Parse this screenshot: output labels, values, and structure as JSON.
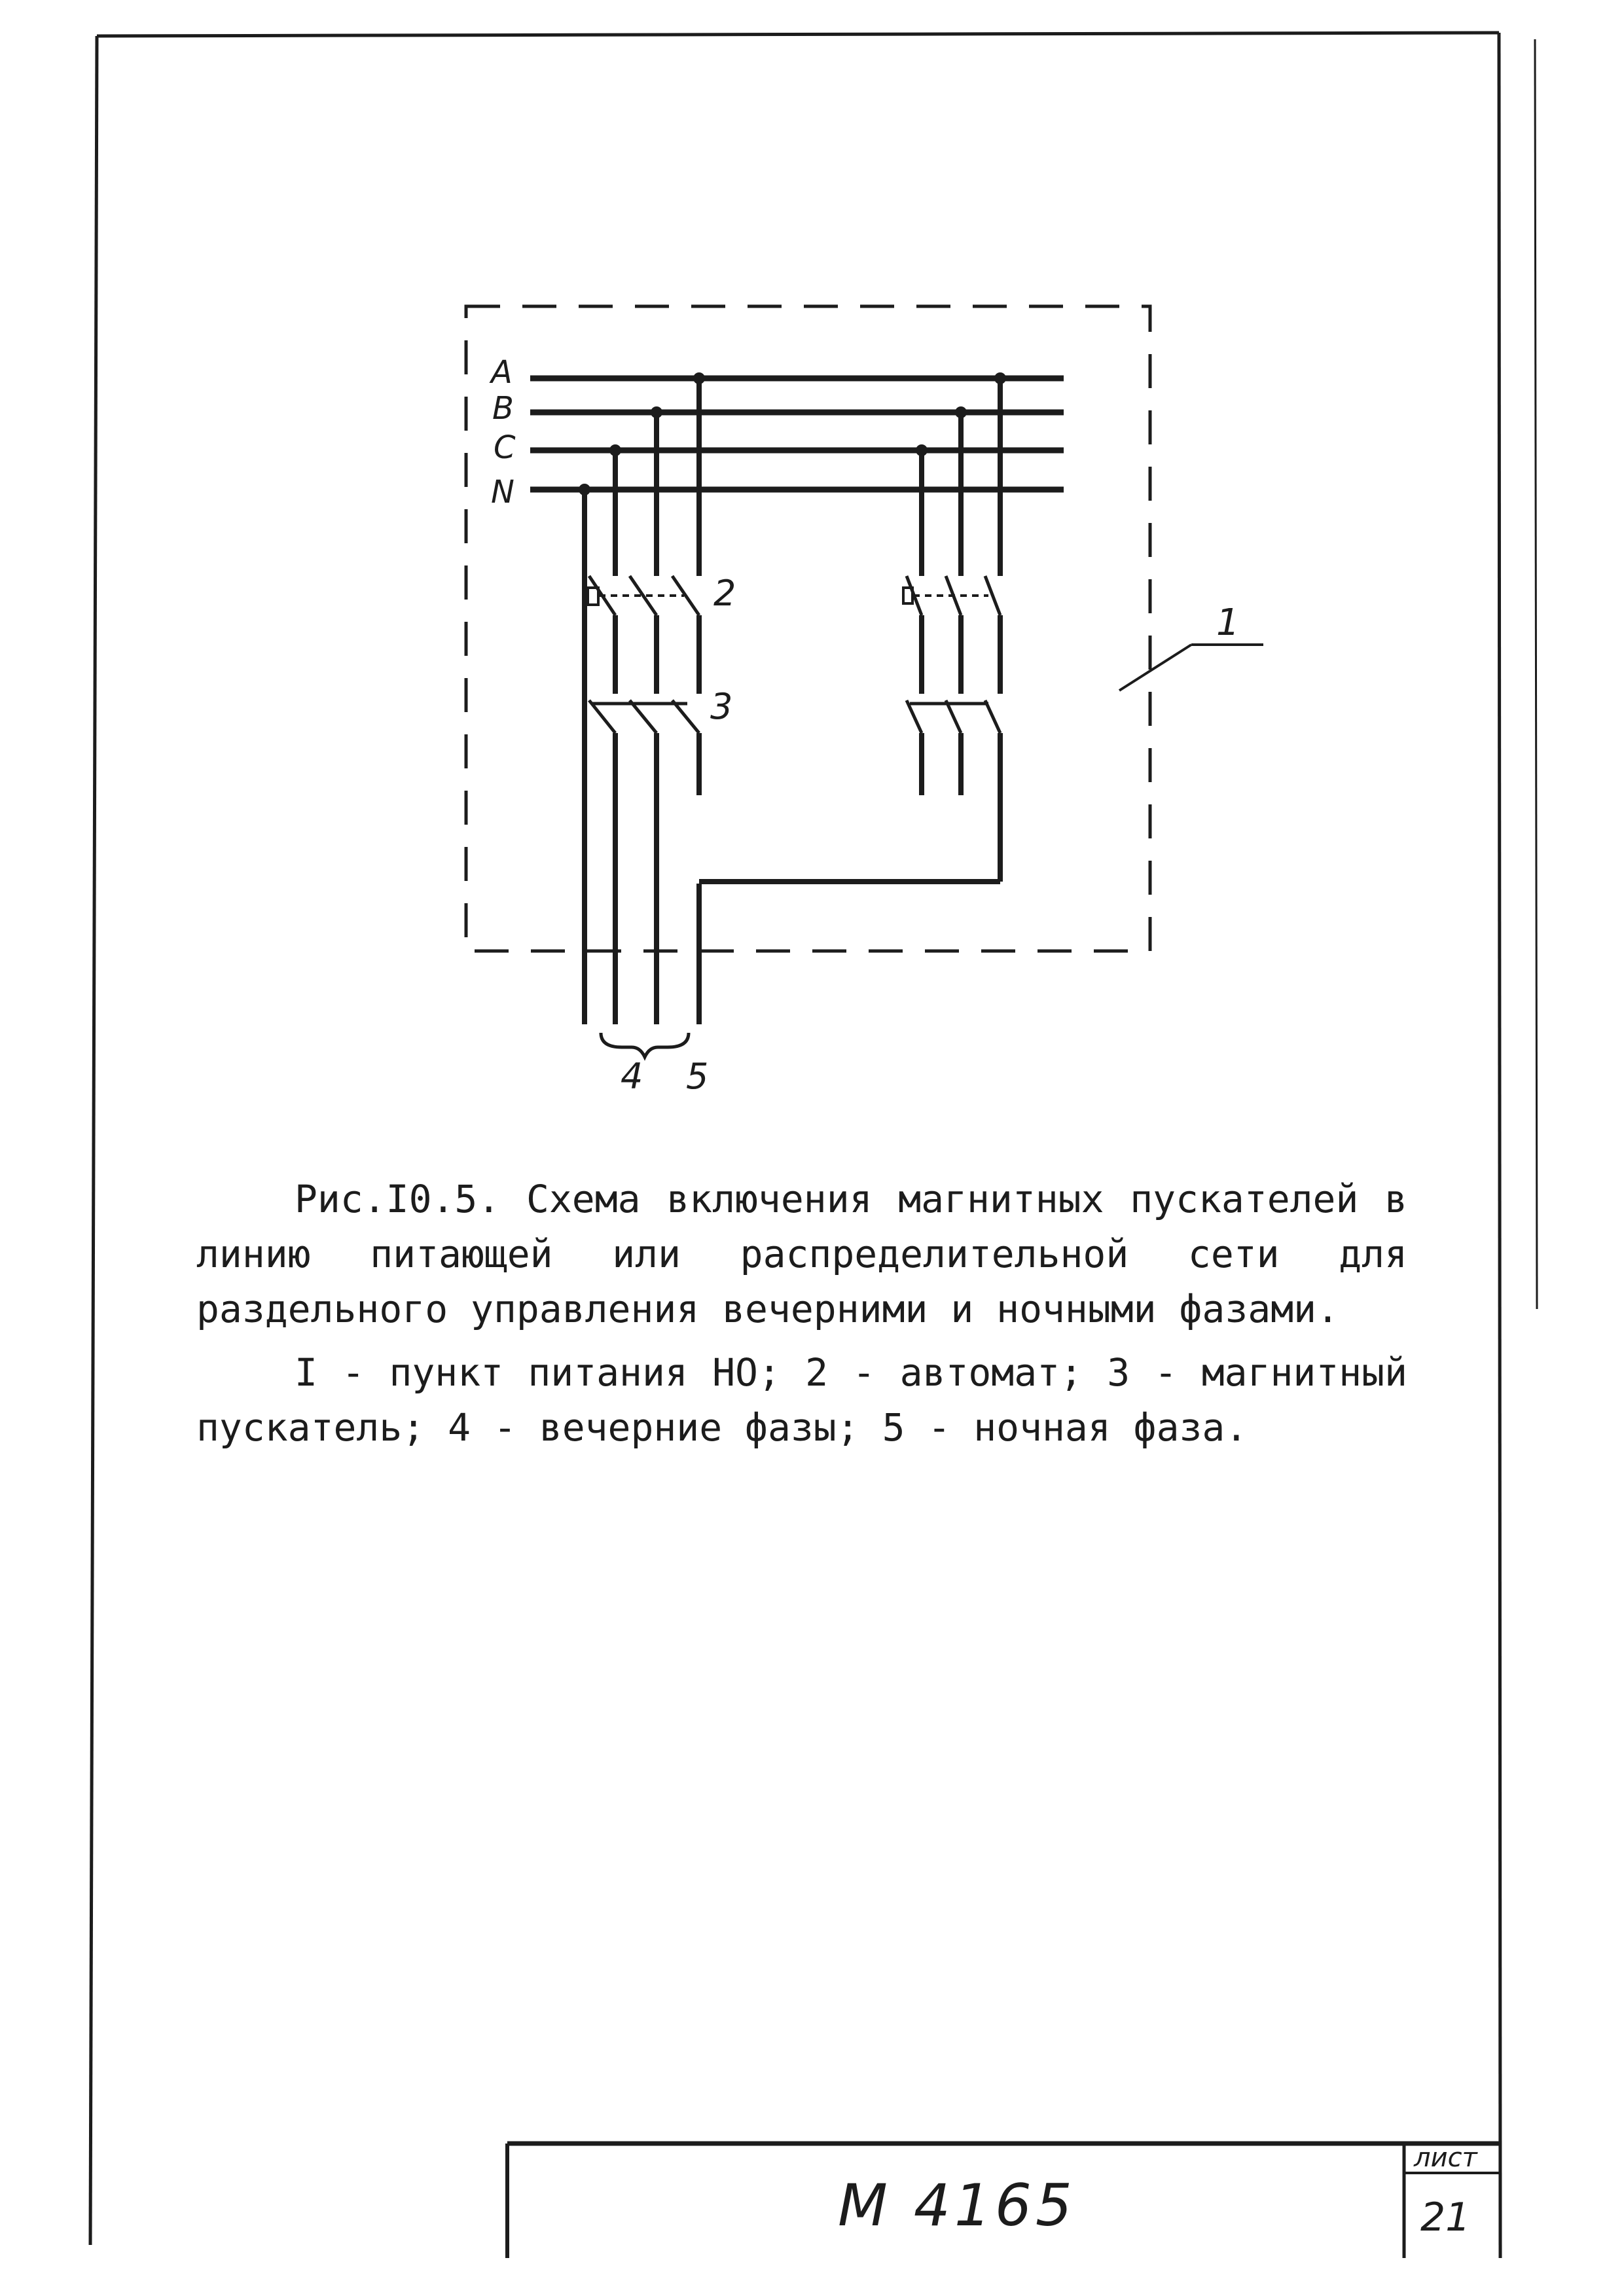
{
  "diagram": {
    "bus_labels": [
      "A",
      "B",
      "C",
      "N"
    ],
    "callouts": {
      "feeder_point": "1",
      "breaker": "2",
      "starter": "3",
      "evening_phases": "4",
      "night_phase": "5"
    }
  },
  "caption": {
    "figure": "Рис.I0.5. Схема включения магнитных пускателей в линию питающей или распределительной сети для раздельного управления вечерними и ночными фазами.",
    "legend": "I - пункт питания НО; 2 - автомат; 3 - магнитный пускатель; 4 - вечерние фазы; 5 - ночная фаза."
  },
  "title_block": {
    "document_code": "М 4165",
    "sheet_label": "лист",
    "sheet_number": "21"
  }
}
